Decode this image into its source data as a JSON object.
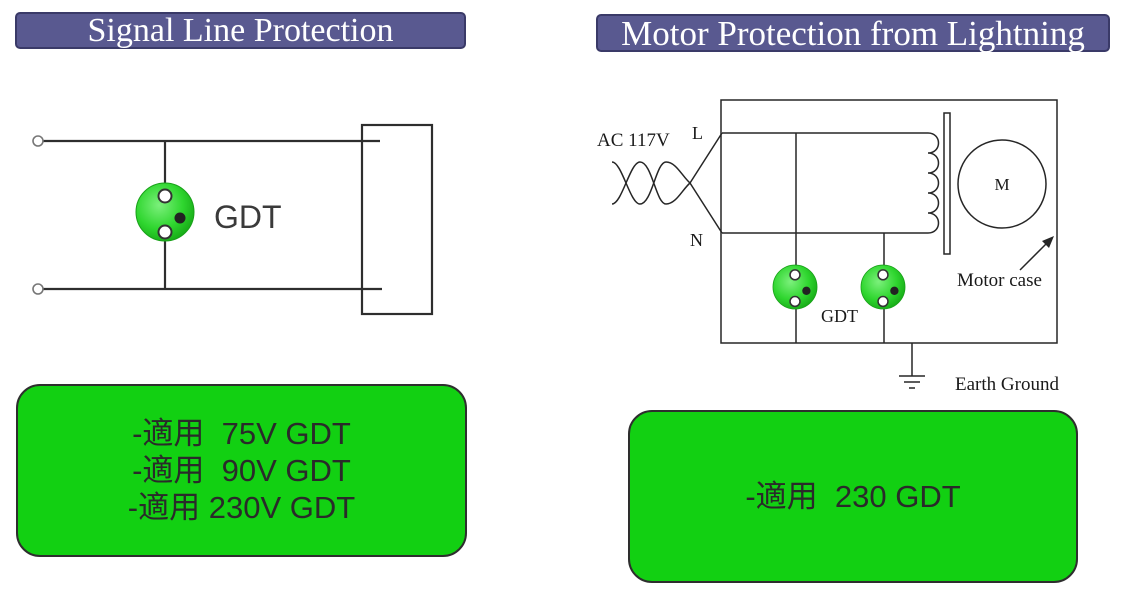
{
  "colors": {
    "banner": "#595990",
    "note_box": "#12d012"
  },
  "signal_line": {
    "title": "Signal Line Protection",
    "gdt_label": "GDT",
    "notes": [
      "-適用  75V GDT",
      "-適用  90V GDT",
      "-適用 230V GDT"
    ]
  },
  "motor": {
    "title": "Motor Protection from Lightning",
    "source_label": "AC 117V",
    "line_label": "L",
    "neutral_label": "N",
    "motor_label": "M",
    "motor_case_label": "Motor case",
    "gdt_label": "GDT",
    "ground_label": "Earth Ground",
    "notes": [
      "-適用  230 GDT"
    ]
  }
}
